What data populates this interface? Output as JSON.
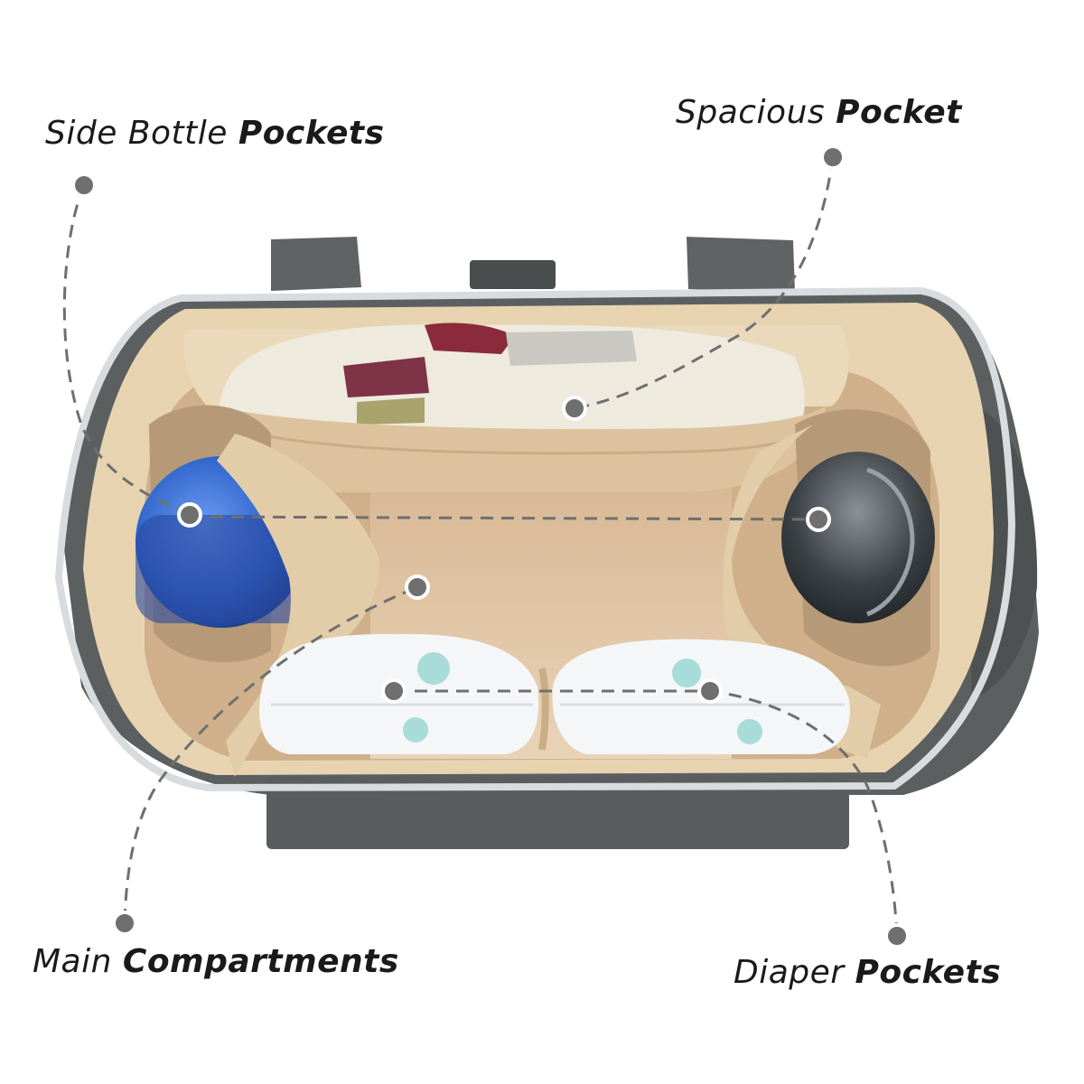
{
  "labels": {
    "side_bottle": {
      "light": "Side Bottle",
      "bold": "Pockets"
    },
    "spacious": {
      "light": "Spacious",
      "bold": "Pocket"
    },
    "main": {
      "light": "Main",
      "bold": "Compartments"
    },
    "diaper": {
      "light": "Diaper",
      "bold": "Pockets"
    }
  },
  "colors": {
    "bag_exterior": "#5b5f60",
    "lining": "#e7d3b0",
    "lining_shadow": "#c9ad85",
    "zipper": "#d9dcdf",
    "callout": "#6f6f6f",
    "bottle_blue": "#2d62c9",
    "bottle_grey": "#3c4146"
  }
}
